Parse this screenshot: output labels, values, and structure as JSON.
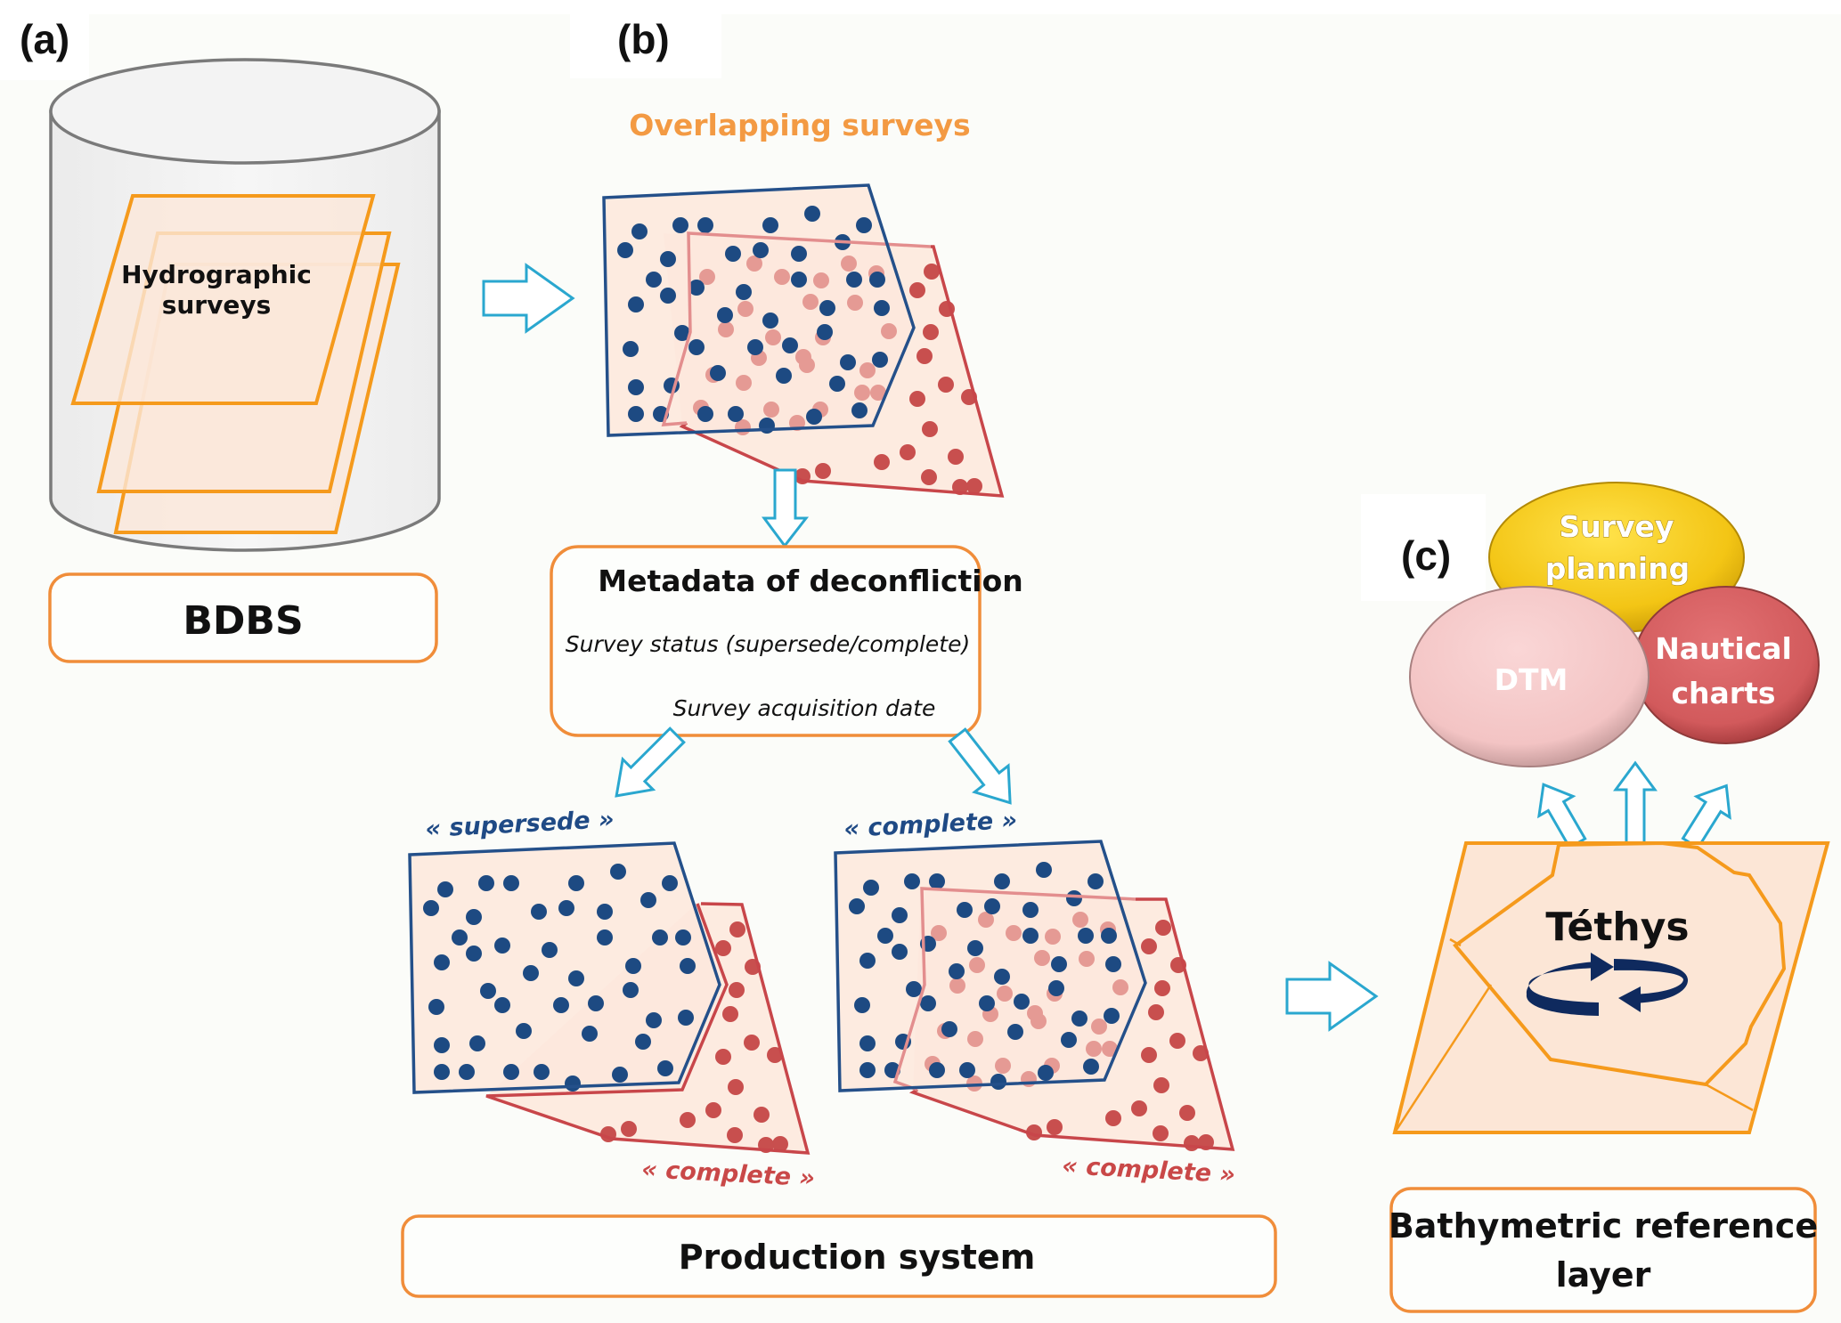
{
  "panels": {
    "a": {
      "letter": "(a)",
      "cylinder_label_line1": "Hydrographic",
      "cylinder_label_line2": "surveys",
      "box_label": "BDBS"
    },
    "b": {
      "letter": "(b)",
      "overlap_title": "Overlapping surveys",
      "metadata": {
        "title": "Metadata of deconfliction",
        "line1": "Survey status (supersede/complete)",
        "line2": "Survey acquisition date"
      },
      "left_result": {
        "top_status": "« supersede »",
        "bottom_status": "« complete »"
      },
      "right_result": {
        "top_status": "« complete »",
        "bottom_status": "« complete »"
      },
      "box_label": "Production system"
    },
    "c": {
      "letter": "(c)",
      "products": [
        {
          "line1": "Survey",
          "line2": "planning",
          "color": "#f3c515"
        },
        {
          "line1": "Nautical",
          "line2": "charts",
          "color": "#d25a5c"
        },
        {
          "line1": "DTM",
          "line2": "",
          "color": "#f3c4c4"
        }
      ],
      "layer_label": "Téthys",
      "box_label_line1": "Bathymetric reference",
      "box_label_line2": "layer"
    }
  },
  "colors": {
    "accent_orange": "#f08d3a",
    "survey_blue": "#1d4a82",
    "survey_red": "#c84f4e",
    "survey_pink": "#e59a94",
    "arrow_cyan": "#2aa7cf",
    "tethys_arrow": "#0f2a5e"
  }
}
